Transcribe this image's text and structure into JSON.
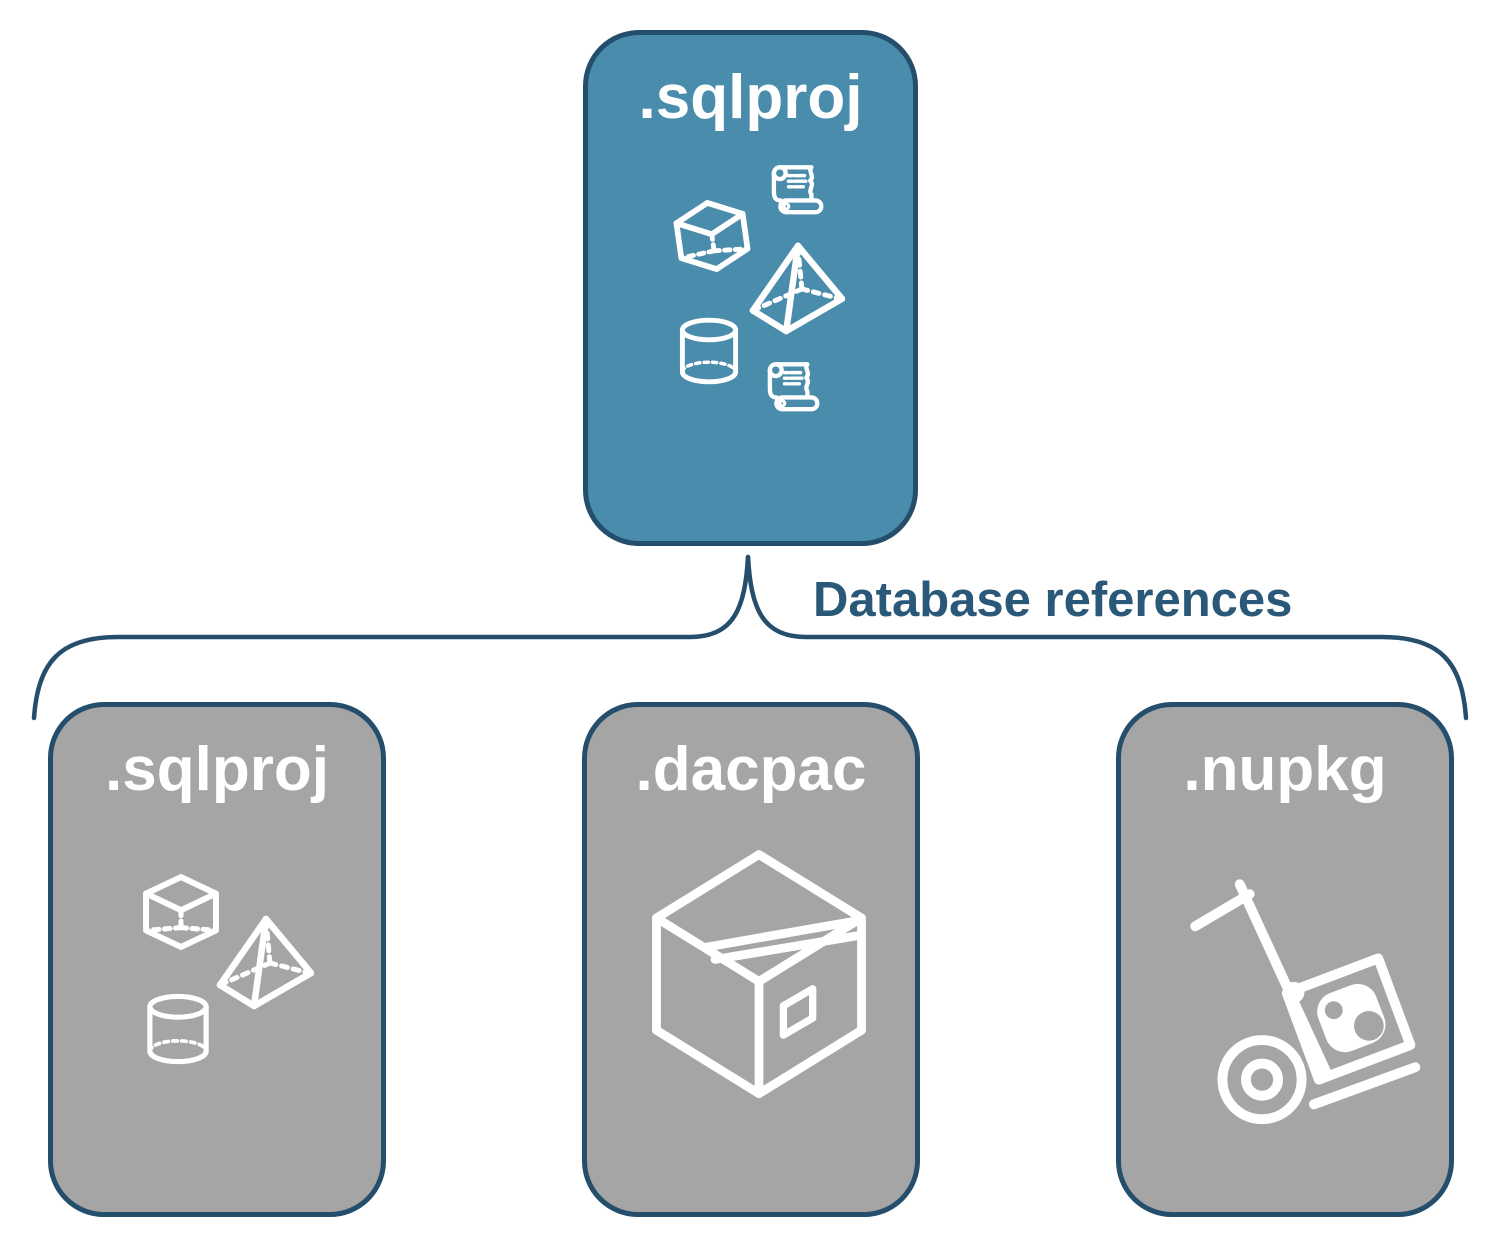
{
  "title": "SQL project database references diagram",
  "colors": {
    "accent_blue": "#4a8cab",
    "node_gray": "#a5a5a5",
    "line_blue": "#254e6d",
    "label_blue": "#2a5878",
    "icon_white": "#ffffff"
  },
  "root_node": {
    "label": ".sqlproj",
    "icons": [
      "scroll-icon",
      "cube-icon",
      "pyramid-icon",
      "cylinder-icon",
      "scroll-icon"
    ]
  },
  "connector": {
    "label": "Database references"
  },
  "child_nodes": [
    {
      "label": ".sqlproj",
      "icons": [
        "cube-icon",
        "pyramid-icon",
        "cylinder-icon"
      ]
    },
    {
      "label": ".dacpac",
      "icons": [
        "package-box-icon"
      ]
    },
    {
      "label": ".nupkg",
      "icons": [
        "nuget-handtruck-icon"
      ]
    }
  ]
}
